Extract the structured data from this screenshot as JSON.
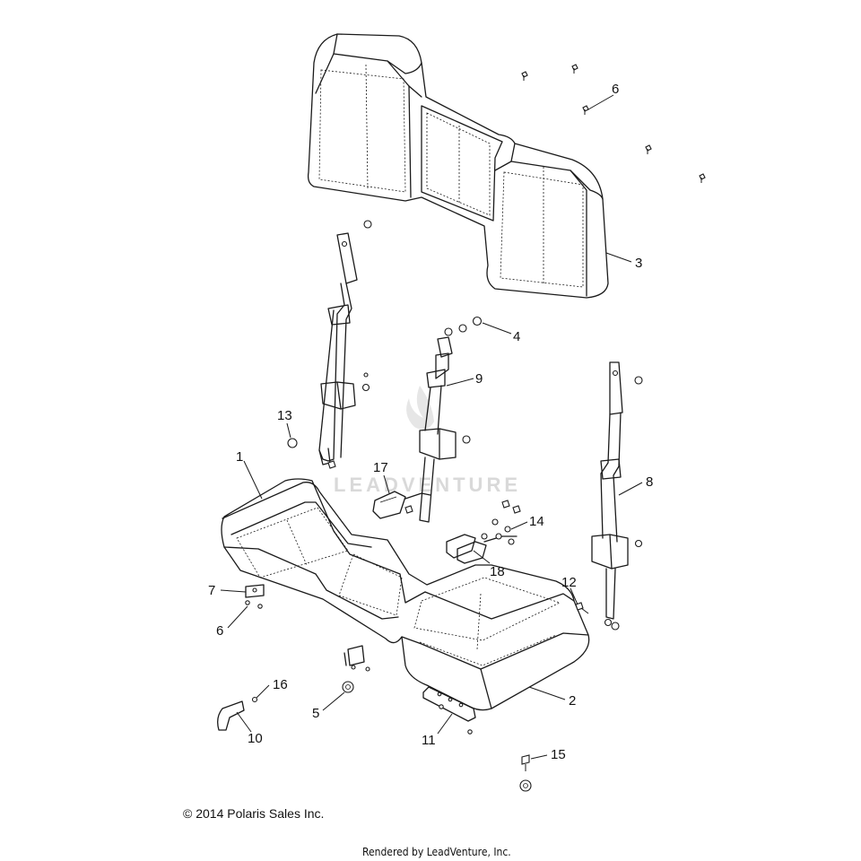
{
  "watermark": "LEADVENTURE",
  "callouts": [
    {
      "label": "1"
    },
    {
      "label": "2"
    },
    {
      "label": "3"
    },
    {
      "label": "4"
    },
    {
      "label": "5"
    },
    {
      "label": "6"
    },
    {
      "label": "6"
    },
    {
      "label": "7"
    },
    {
      "label": "8"
    },
    {
      "label": "9"
    },
    {
      "label": "10"
    },
    {
      "label": "11"
    },
    {
      "label": "12"
    },
    {
      "label": "13"
    },
    {
      "label": "14"
    },
    {
      "label": "15"
    },
    {
      "label": "16"
    },
    {
      "label": "17"
    },
    {
      "label": "18"
    }
  ],
  "footer": {
    "copyright": "© 2014 Polaris Sales Inc.",
    "rendered": "Rendered by LeadVenture, Inc."
  }
}
